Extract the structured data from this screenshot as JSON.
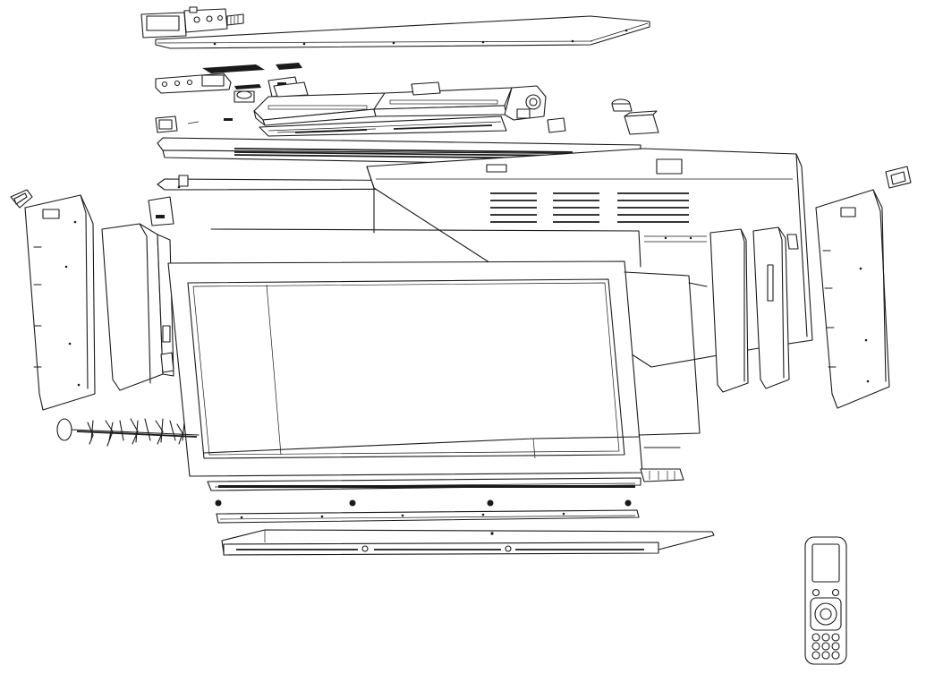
{
  "colors": {
    "background": "#ffffff",
    "line": "#1a1a1a"
  },
  "parts": [
    {
      "name": "top-cover-panel",
      "icon": "flat-panel"
    },
    {
      "name": "control-box",
      "icon": "electrical-box"
    },
    {
      "name": "electrical-component-bracket",
      "icon": "bracket"
    },
    {
      "name": "motor-assembly",
      "icon": "motor"
    },
    {
      "name": "louver-motor",
      "icon": "small-motor"
    },
    {
      "name": "top-frame-rail",
      "icon": "rail"
    },
    {
      "name": "rear-housing",
      "icon": "housing"
    },
    {
      "name": "left-side-panel",
      "icon": "side-panel"
    },
    {
      "name": "left-inner-baffle",
      "icon": "baffle"
    },
    {
      "name": "front-panel-frame",
      "icon": "frame"
    },
    {
      "name": "front-glass-panel",
      "icon": "glass-panel"
    },
    {
      "name": "right-inner-baffle",
      "icon": "baffle"
    },
    {
      "name": "right-side-panel",
      "icon": "side-panel"
    },
    {
      "name": "cross-flow-fan",
      "icon": "fan"
    },
    {
      "name": "air-outlet-grille",
      "icon": "grille"
    },
    {
      "name": "mounting-rail",
      "icon": "rail"
    },
    {
      "name": "bottom-drain-tray",
      "icon": "tray"
    },
    {
      "name": "remote-controller",
      "icon": "remote"
    }
  ]
}
